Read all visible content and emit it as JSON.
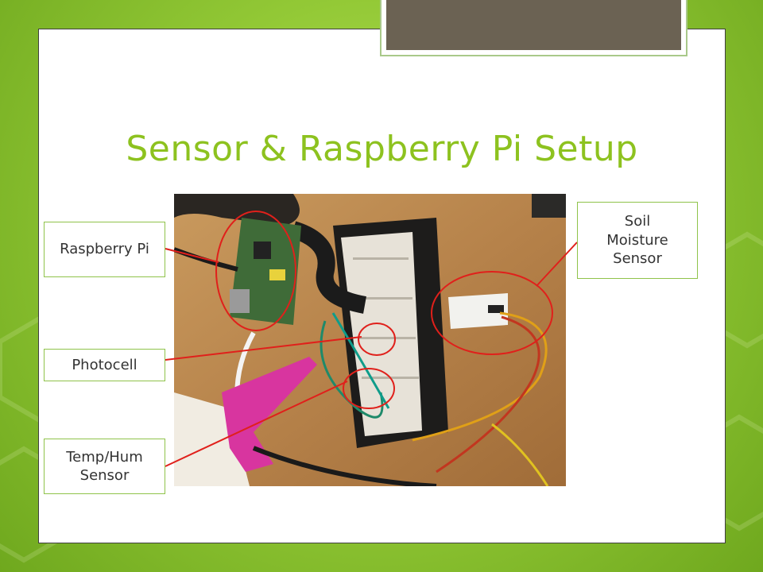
{
  "title": "Sensor & Raspberry Pi Setup",
  "callouts": {
    "raspberry_pi": "Raspberry Pi",
    "photocell": "Photocell",
    "temp_hum": "Temp/Hum Sensor",
    "soil_moisture": "Soil Moisture Sensor"
  },
  "colors": {
    "title": "#8dc21f",
    "callout_border": "#8fc34a",
    "connector": "#e0201b",
    "tab": "#6b6253"
  },
  "icons": [
    "hex-background-pattern",
    "circuit-photo"
  ]
}
